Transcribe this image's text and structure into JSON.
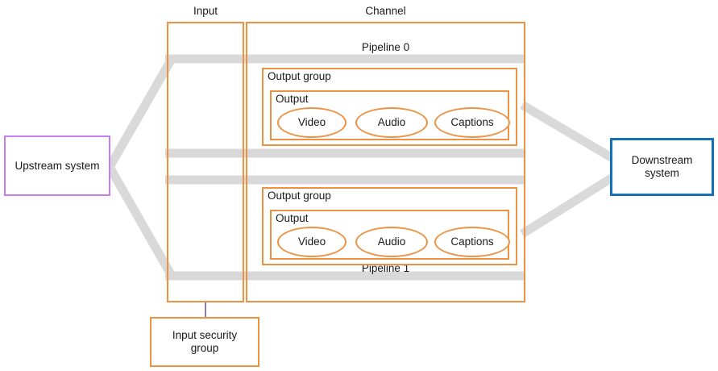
{
  "diagram": {
    "title_captions": {
      "input": "Input",
      "channel": "Channel"
    },
    "colors": {
      "orange": "#ED9243",
      "purple": "#C77DEF",
      "blue": "#1271B8",
      "gray_flow": "#D9D9D9",
      "stem": "#8E7AA6"
    },
    "input_box": {
      "label": "Input"
    },
    "channel_box": {
      "label": "Channel"
    },
    "pipelines": [
      {
        "label": "Pipeline 0",
        "output_group": {
          "label": "Output group"
        },
        "output": {
          "label": "Output"
        },
        "streams": [
          {
            "label": "Video"
          },
          {
            "label": "Audio"
          },
          {
            "label": "Captions"
          }
        ]
      },
      {
        "label": "Pipeline 1",
        "output_group": {
          "label": "Output group"
        },
        "output": {
          "label": "Output"
        },
        "streams": [
          {
            "label": "Video"
          },
          {
            "label": "Audio"
          },
          {
            "label": "Captions"
          }
        ]
      }
    ],
    "upstream_system": {
      "label": "Upstream system"
    },
    "downstream_system": {
      "label": "Downstream\nsystem",
      "line1": "Downstream",
      "line2": "system"
    },
    "input_security_group": {
      "line1": "Input security",
      "line2": "group"
    }
  }
}
